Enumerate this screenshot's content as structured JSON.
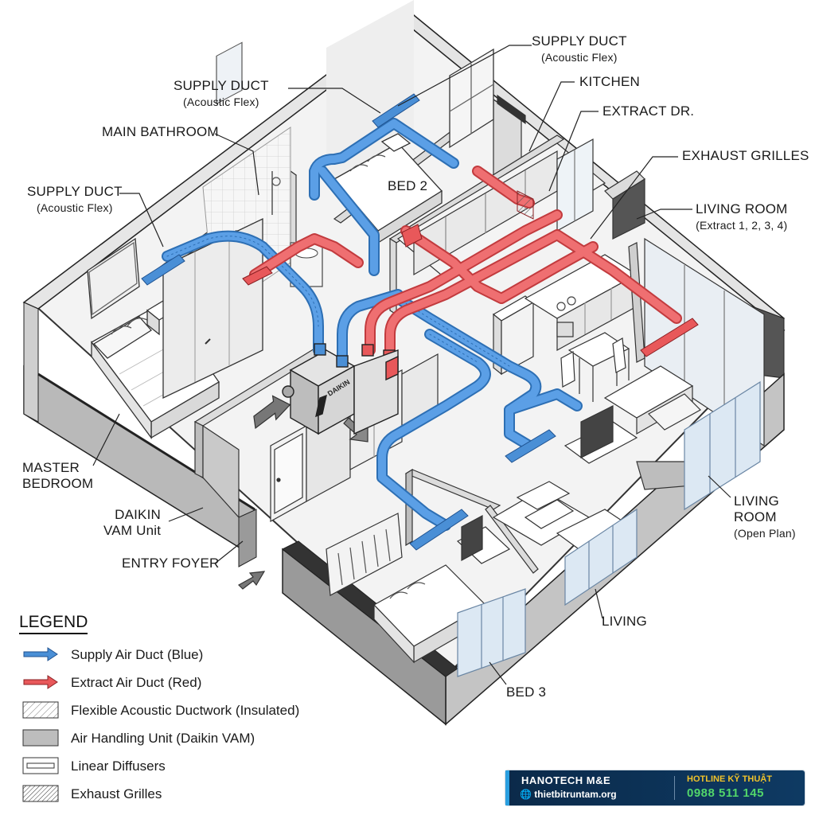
{
  "labels": {
    "supply_duct_top": "SUPPLY DUCT",
    "supply_duct_top_sub": "(Acoustic Flex)",
    "supply_duct_mid": "SUPPLY DUCT",
    "supply_duct_mid_sub": "(Acoustic Flex)",
    "supply_duct_left": "SUPPLY DUCT",
    "supply_duct_left_sub": "(Acoustic Flex)",
    "main_bathroom": "MAIN BATHROOM",
    "kitchen": "KITCHEN",
    "extract_dr": "EXTRACT DR.",
    "exhaust_grilles": "EXHAUST GRILLES",
    "living_room": "LIVING ROOM",
    "living_room_sub": "(Extract 1, 2, 3, 4)",
    "bed_2": "BED 2",
    "master_bedroom_1": "MASTER",
    "master_bedroom_2": "BEDROOM",
    "daikin_1": "DAIKIN",
    "daikin_2": "VAM Unit",
    "entry_foyer": "ENTRY FOYER",
    "living_room_open_1": "LIVING",
    "living_room_open_2": "ROOM",
    "living_room_open_sub": "(Open Plan)",
    "living": "LIVING",
    "bed_3": "BED 3",
    "unit_brand": "DAIKIN"
  },
  "legend": {
    "title": "LEGEND",
    "items": [
      {
        "label": "Supply Air Duct (Blue)",
        "kind": "supply-arrow",
        "color": "#4a8fd6"
      },
      {
        "label": "Extract Air Duct (Red)",
        "kind": "extract-arrow",
        "color": "#e8585a"
      },
      {
        "label": "Flexible Acoustic Ductwork (Insulated)",
        "kind": "hatch-light"
      },
      {
        "label": "Air Handling Unit (Daikin VAM)",
        "kind": "solid-gray"
      },
      {
        "label": "Linear Diffusers",
        "kind": "diffuser"
      },
      {
        "label": "Exhaust Grilles",
        "kind": "hatch-dense"
      }
    ]
  },
  "banner": {
    "brand": "HANOTECH M&E",
    "website": "thietbitruntam.org",
    "hotline_label": "HOTLINE KỸ THUẬT",
    "phone": "0988 511 145"
  },
  "colors": {
    "supply": "#4a8fd6",
    "supply_dark": "#2d6fb4",
    "extract": "#e8585a",
    "extract_dark": "#c23b3e",
    "wall": "#bdbdbd",
    "wall_dark": "#3a3a3a",
    "floor": "#f2f2f2"
  }
}
